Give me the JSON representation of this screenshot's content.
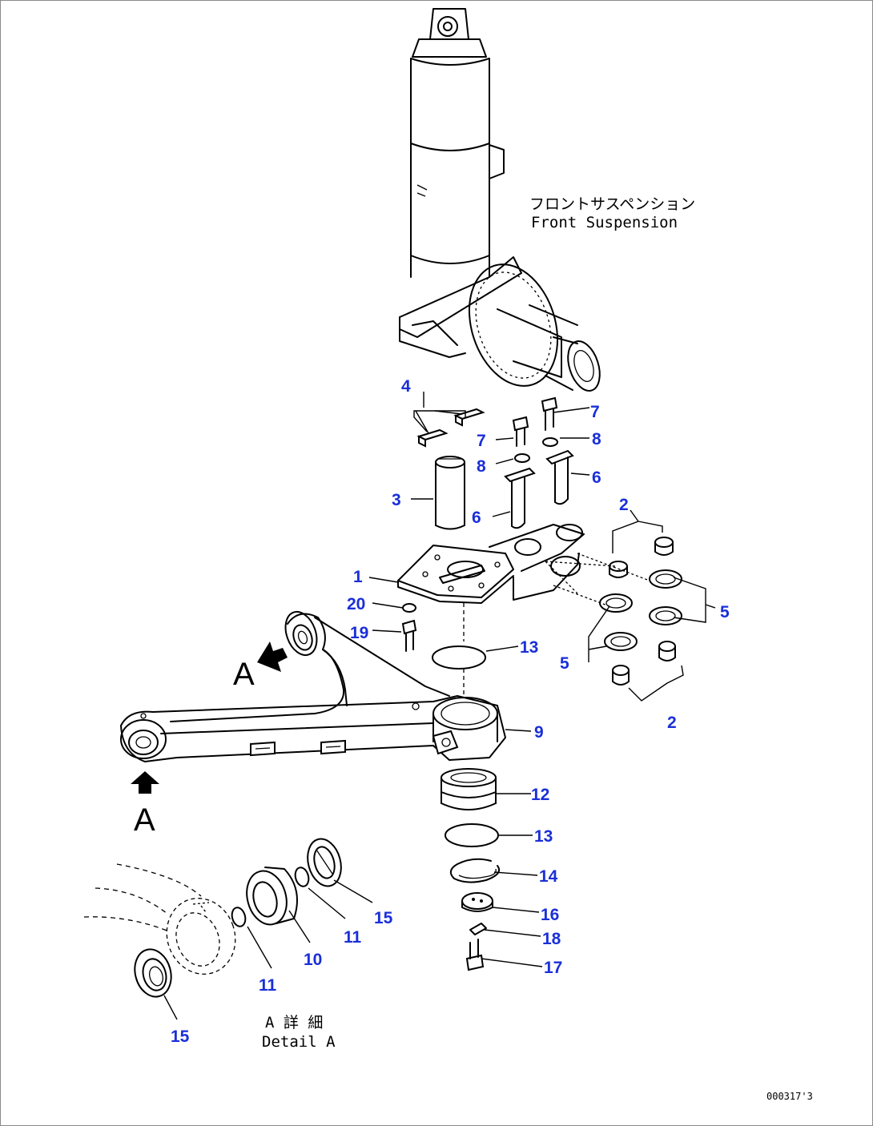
{
  "caption": {
    "front_suspension_jp": "フロントサスペンション",
    "front_suspension_en": "Front Suspension",
    "detail_jp": "A 詳 細",
    "detail_en": "Detail A"
  },
  "view_marker": "A",
  "drawing_code": "000317'3",
  "callouts": [
    {
      "id": "c1",
      "label": "1"
    },
    {
      "id": "c2a",
      "label": "2"
    },
    {
      "id": "c2b",
      "label": "2"
    },
    {
      "id": "c3",
      "label": "3"
    },
    {
      "id": "c4",
      "label": "4"
    },
    {
      "id": "c5a",
      "label": "5"
    },
    {
      "id": "c5b",
      "label": "5"
    },
    {
      "id": "c6a",
      "label": "6"
    },
    {
      "id": "c6b",
      "label": "6"
    },
    {
      "id": "c7a",
      "label": "7"
    },
    {
      "id": "c7b",
      "label": "7"
    },
    {
      "id": "c8a",
      "label": "8"
    },
    {
      "id": "c8b",
      "label": "8"
    },
    {
      "id": "c9",
      "label": "9"
    },
    {
      "id": "c10",
      "label": "10"
    },
    {
      "id": "c11a",
      "label": "11"
    },
    {
      "id": "c11b",
      "label": "11"
    },
    {
      "id": "c12",
      "label": "12"
    },
    {
      "id": "c13a",
      "label": "13"
    },
    {
      "id": "c13b",
      "label": "13"
    },
    {
      "id": "c14",
      "label": "14"
    },
    {
      "id": "c15a",
      "label": "15"
    },
    {
      "id": "c15b",
      "label": "15"
    },
    {
      "id": "c16",
      "label": "16"
    },
    {
      "id": "c17",
      "label": "17"
    },
    {
      "id": "c18",
      "label": "18"
    },
    {
      "id": "c19",
      "label": "19"
    },
    {
      "id": "c20",
      "label": "20"
    }
  ],
  "colors": {
    "callout": "#1a2fd8",
    "line": "#000000",
    "frame": "#8a8a8a"
  }
}
